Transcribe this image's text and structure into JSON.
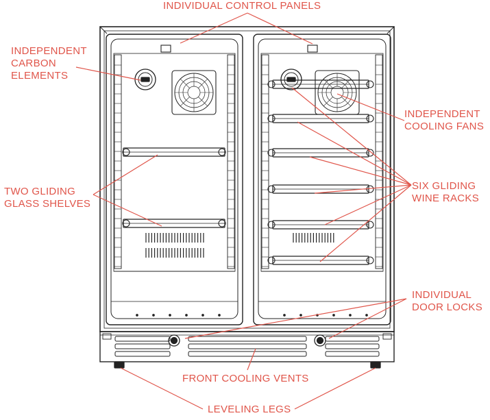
{
  "colors": {
    "callout": "#e0554a",
    "drawing": "#222222",
    "background": "#ffffff"
  },
  "labels": {
    "control_panels": [
      "INDIVIDUAL CONTROL PANELS"
    ],
    "carbon_elements": [
      "INDEPENDENT",
      "CARBON",
      "ELEMENTS"
    ],
    "cooling_fans": [
      "INDEPENDENT",
      "COOLING FANS"
    ],
    "glass_shelves": [
      "TWO GLIDING",
      "GLASS SHELVES"
    ],
    "wine_racks": [
      "SIX GLIDING",
      "WINE RACKS"
    ],
    "door_locks": [
      "INDIVIDUAL",
      "DOOR LOCKS"
    ],
    "cooling_vents": [
      "FRONT COOLING VENTS"
    ],
    "leveling_legs": [
      "LEVELING LEGS"
    ]
  }
}
